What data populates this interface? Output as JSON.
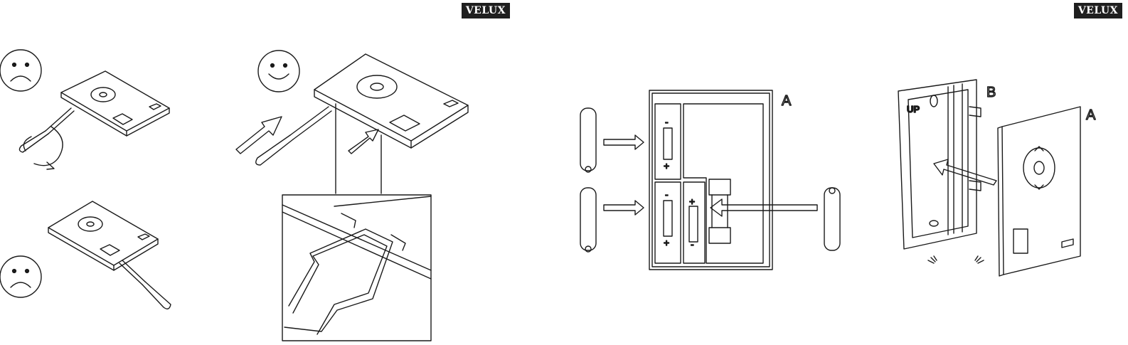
{
  "brand": {
    "logo_text": "VELUX"
  },
  "labels": {
    "a": "A",
    "b": "B",
    "up": "UP",
    "plus": "+",
    "minus": "-"
  },
  "icons": [
    "sad-face-icon",
    "happy-face-icon",
    "screwdriver-icon",
    "battery-icon",
    "arrow-icon",
    "click-marks-icon"
  ]
}
